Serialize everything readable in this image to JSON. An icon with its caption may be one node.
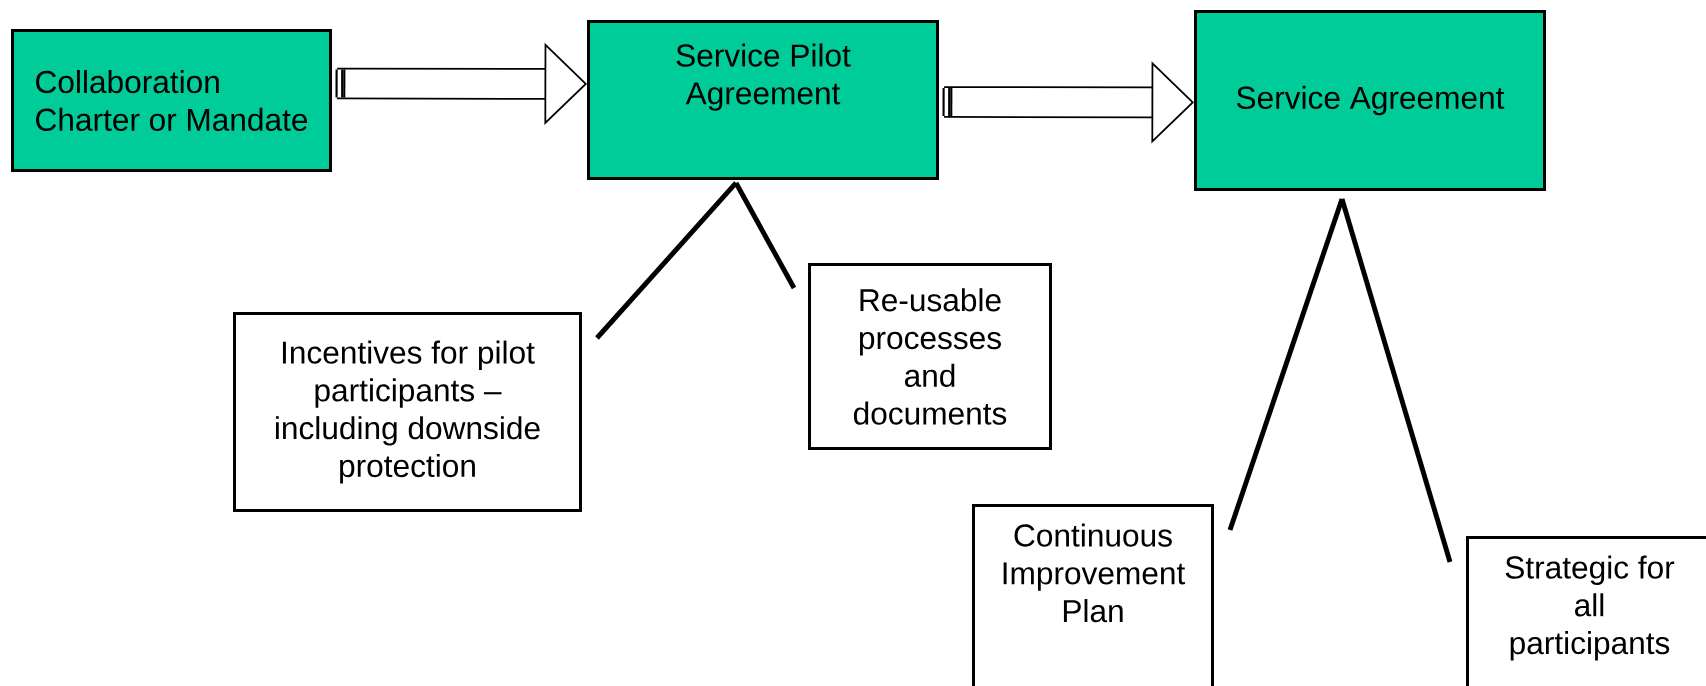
{
  "diagram": {
    "nodes": [
      {
        "text": [
          "Collaboration Charter or Mandate"
        ]
      },
      {
        "text": [
          "Service Pilot Agreement"
        ]
      },
      {
        "text": [
          "Service Agreement"
        ]
      },
      {
        "text": [
          "Incentives for pilot participants – including downside protection"
        ]
      },
      {
        "text": [
          "Re-usable processes and documents"
        ]
      },
      {
        "text": [
          "Continuous Improvement Plan"
        ]
      },
      {
        "text": [
          "Strategic for all participants"
        ]
      }
    ],
    "edges": [
      {
        "from": 0,
        "to": 1,
        "arrow": "to",
        "style": "thick"
      },
      {
        "from": 1,
        "to": 2,
        "arrow": "to",
        "style": "thick"
      },
      {
        "from": 1,
        "to": 3,
        "arrow": "none"
      },
      {
        "from": 1,
        "to": 4,
        "arrow": "none"
      },
      {
        "from": 2,
        "to": 5,
        "arrow": "none"
      },
      {
        "from": 2,
        "to": 6,
        "arrow": "none"
      }
    ]
  }
}
